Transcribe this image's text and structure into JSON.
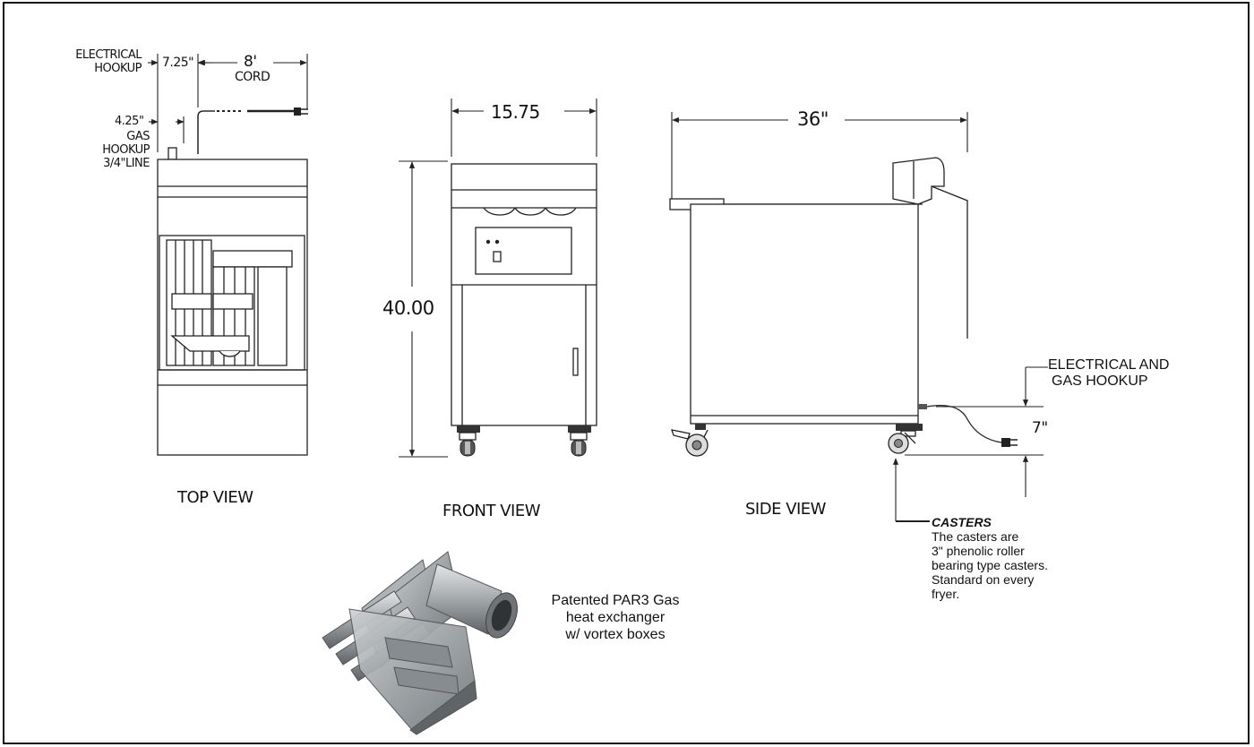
{
  "top_view": {
    "electrical_hookup": [
      "ELECTRICAL",
      "HOOKUP"
    ],
    "dim_725": "7.25\"",
    "dim_8ft": "8'",
    "cord": "CORD",
    "dim_425": "4.25\"",
    "gas_hookup": [
      "GAS",
      "HOOKUP",
      "3/4\"LINE"
    ],
    "caption": "TOP VIEW"
  },
  "front_view": {
    "width": "15.75",
    "height": "40.00",
    "caption": "FRONT VIEW"
  },
  "side_view": {
    "depth": "36\"",
    "hookup_label": [
      "ELECTRICAL AND",
      "GAS HOOKUP"
    ],
    "hookup_height": "7\"",
    "caption": "SIDE VIEW"
  },
  "casters_note": {
    "title": "CASTERS",
    "lines": [
      "The casters are",
      "3\" phenolic roller",
      "bearing type casters.",
      "Standard on every",
      "fryer."
    ]
  },
  "heat_exchanger": {
    "caption": [
      "Patented PAR3 Gas",
      "heat exchanger",
      "w/ vortex boxes"
    ]
  }
}
